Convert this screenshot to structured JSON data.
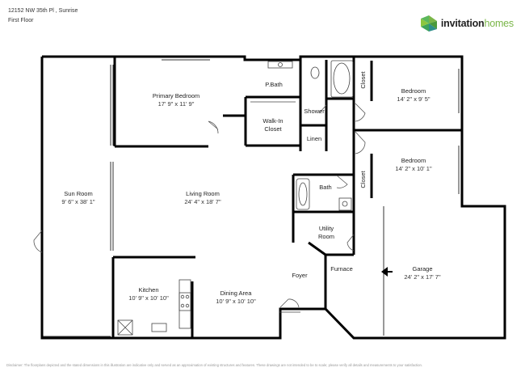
{
  "header": {
    "address": "12152 NW 35th Pl , Sunrise",
    "floor": "First Floor"
  },
  "logo": {
    "text_part1": "invitation",
    "text_part2": "homes",
    "icon": "invitation-homes-logo-icon",
    "colors": {
      "green": "#7ab648",
      "teal": "#2e8f8a",
      "dark_green": "#4a9a3c"
    }
  },
  "rooms": [
    {
      "key": "sun-room",
      "name": "Sun Room",
      "dims": "9' 6\" x 38' 1\""
    },
    {
      "key": "primary-bedroom",
      "name": "Primary Bedroom",
      "dims": "17' 9\" x 11' 9\""
    },
    {
      "key": "living-room",
      "name": "Living Room",
      "dims": "24' 4\" x 18' 7\""
    },
    {
      "key": "kitchen",
      "name": "Kitchen",
      "dims": "10' 9\" x 10' 10\""
    },
    {
      "key": "dining-area",
      "name": "Dining Area",
      "dims": "10' 9\" x 10' 10\""
    },
    {
      "key": "bedroom-1",
      "name": "Bedroom",
      "dims": "14' 2\" x 9' 5\""
    },
    {
      "key": "bedroom-2",
      "name": "Bedroom",
      "dims": "14' 2\" x 10' 1\""
    },
    {
      "key": "garage",
      "name": "Garage",
      "dims": "24' 2\" x 17' 7\""
    },
    {
      "key": "p-bath",
      "name": "P.Bath",
      "dims": ""
    },
    {
      "key": "walk-in-closet",
      "name": "Walk-In Closet",
      "dims": ""
    },
    {
      "key": "shower",
      "name": "Shower",
      "dims": ""
    },
    {
      "key": "linen",
      "name": "Linen",
      "dims": ""
    },
    {
      "key": "closet-1",
      "name": "Closet",
      "dims": ""
    },
    {
      "key": "closet-2",
      "name": "Closet",
      "dims": ""
    },
    {
      "key": "bath",
      "name": "Bath",
      "dims": ""
    },
    {
      "key": "utility-room",
      "name": "Utility Room",
      "dims": ""
    },
    {
      "key": "foyer",
      "name": "Foyer",
      "dims": ""
    },
    {
      "key": "furnace",
      "name": "Furnace",
      "dims": ""
    }
  ],
  "disclaimer": "Disclaimer: The floorplans depicted and the stated dimensions in this illustration are indicative only and served as an approximation of existing structures and features. These drawings are not intended to be to scale; please verify all details and measurements to your satisfaction."
}
